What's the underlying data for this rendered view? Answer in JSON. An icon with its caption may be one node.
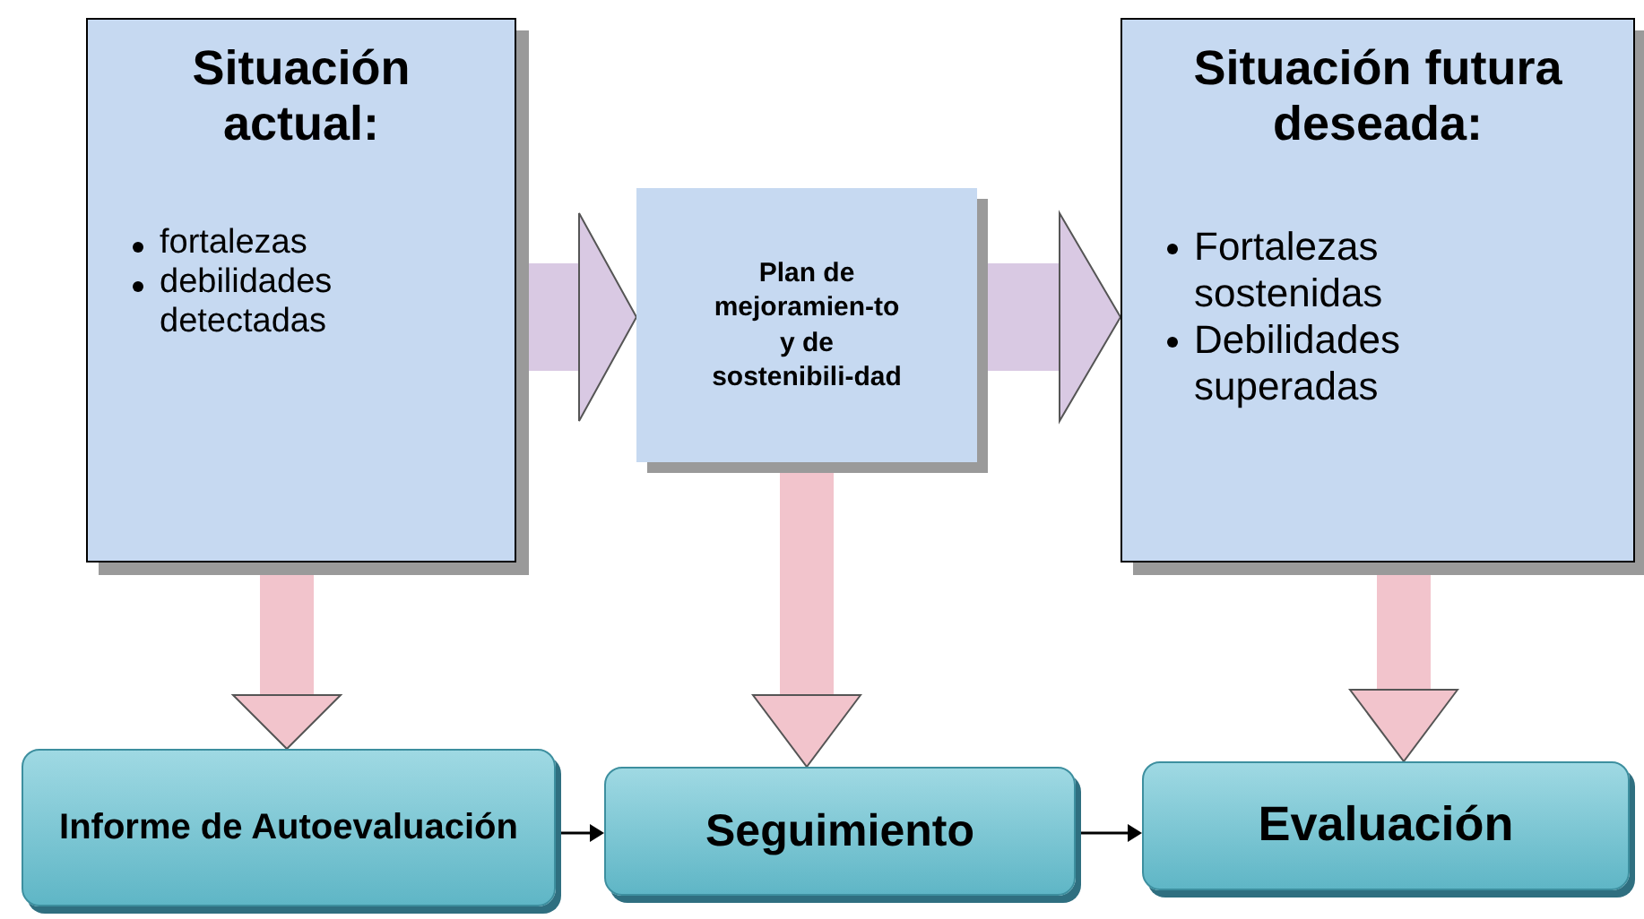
{
  "diagram": {
    "nodes": [
      {
        "text": [
          "Situación actual:",
          "fortalezas",
          "debilidades detectadas"
        ]
      },
      {
        "text": [
          "Plan de mejoramien-to y de sostenibili-dad"
        ]
      },
      {
        "text": [
          "Situación futura deseada:",
          "Fortalezas sostenidas",
          "Debilidades superadas"
        ]
      },
      {
        "text": [
          "Informe de Autoevaluación"
        ]
      },
      {
        "text": [
          "Seguimiento"
        ]
      },
      {
        "text": [
          "Evaluación"
        ]
      }
    ],
    "edges": [
      {
        "from": 0,
        "to": 1,
        "arrow": "to",
        "style": "thick",
        "color": "#d9c9e3"
      },
      {
        "from": 1,
        "to": 2,
        "arrow": "to",
        "style": "thick",
        "color": "#d9c9e3"
      },
      {
        "from": 0,
        "to": 3,
        "arrow": "to",
        "color": "#f2c4cc"
      },
      {
        "from": 1,
        "to": 4,
        "arrow": "to",
        "color": "#f2c4cc"
      },
      {
        "from": 2,
        "to": 5,
        "arrow": "to",
        "color": "#f2c4cc"
      },
      {
        "from": 3,
        "to": 4,
        "arrow": "to",
        "color": "#000000"
      },
      {
        "from": 4,
        "to": 5,
        "arrow": "to",
        "color": "#000000"
      }
    ]
  }
}
